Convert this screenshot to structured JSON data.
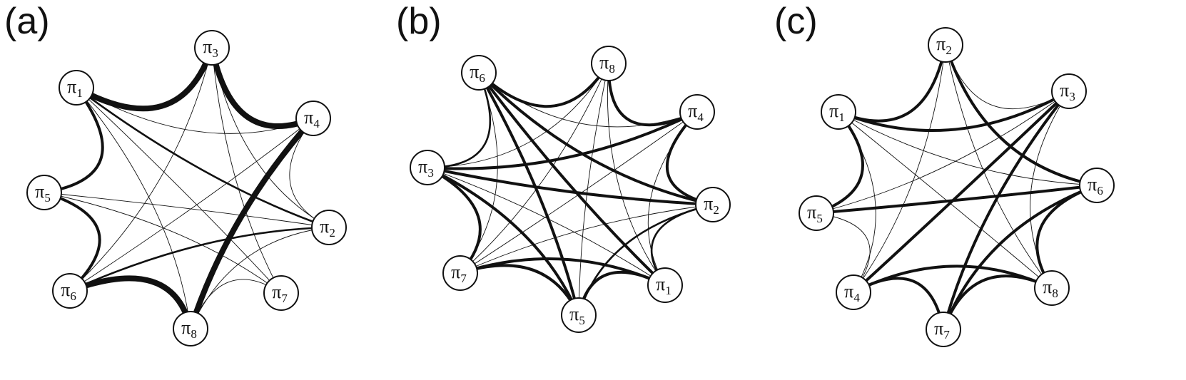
{
  "panels": [
    {
      "label": "(a)",
      "nodes": [
        {
          "id": "π3",
          "sym": "π",
          "sub": "3"
        },
        {
          "id": "π1",
          "sym": "π",
          "sub": "1"
        },
        {
          "id": "π4",
          "sym": "π",
          "sub": "4"
        },
        {
          "id": "π5",
          "sym": "π",
          "sub": "5"
        },
        {
          "id": "π2",
          "sym": "π",
          "sub": "2"
        },
        {
          "id": "π6",
          "sym": "π",
          "sub": "6"
        },
        {
          "id": "π7",
          "sym": "π",
          "sub": "7"
        },
        {
          "id": "π8",
          "sym": "π",
          "sub": "8"
        }
      ],
      "edges": [
        {
          "from": "π1",
          "to": "π3",
          "weight": 4
        },
        {
          "from": "π3",
          "to": "π4",
          "weight": 4
        },
        {
          "from": "π4",
          "to": "π8",
          "weight": 4
        },
        {
          "from": "π6",
          "to": "π8",
          "weight": 4
        },
        {
          "from": "π1",
          "to": "π5",
          "weight": 3
        },
        {
          "from": "π5",
          "to": "π6",
          "weight": 3
        },
        {
          "from": "π1",
          "to": "π2",
          "weight": 2
        },
        {
          "from": "π6",
          "to": "π2",
          "weight": 2
        },
        {
          "from": "π8",
          "to": "π7",
          "weight": 1
        },
        {
          "from": "π1",
          "to": "π8",
          "weight": 1
        },
        {
          "from": "π3",
          "to": "π7",
          "weight": 1
        },
        {
          "from": "π3",
          "to": "π6",
          "weight": 1
        },
        {
          "from": "π3",
          "to": "π2",
          "weight": 1
        },
        {
          "from": "π1",
          "to": "π4",
          "weight": 1
        },
        {
          "from": "π5",
          "to": "π2",
          "weight": 1
        },
        {
          "from": "π5",
          "to": "π7",
          "weight": 1
        },
        {
          "from": "π1",
          "to": "π7",
          "weight": 1
        },
        {
          "from": "π6",
          "to": "π4",
          "weight": 1
        },
        {
          "from": "π2",
          "to": "π8",
          "weight": 1
        },
        {
          "from": "π4",
          "to": "π2",
          "weight": 1
        }
      ]
    },
    {
      "label": "(b)",
      "nodes": [
        {
          "id": "π6",
          "sym": "π",
          "sub": "6"
        },
        {
          "id": "π8",
          "sym": "π",
          "sub": "8"
        },
        {
          "id": "π4",
          "sym": "π",
          "sub": "4"
        },
        {
          "id": "π3",
          "sym": "π",
          "sub": "3"
        },
        {
          "id": "π2",
          "sym": "π",
          "sub": "2"
        },
        {
          "id": "π7",
          "sym": "π",
          "sub": "7"
        },
        {
          "id": "π1",
          "sym": "π",
          "sub": "1"
        },
        {
          "id": "π5",
          "sym": "π",
          "sub": "5"
        }
      ],
      "edges": [
        {
          "from": "π6",
          "to": "π2",
          "weight": 3
        },
        {
          "from": "π6",
          "to": "π8",
          "weight": 3
        },
        {
          "from": "π8",
          "to": "π4",
          "weight": 3
        },
        {
          "from": "π4",
          "to": "π2",
          "weight": 3
        },
        {
          "from": "π6",
          "to": "π1",
          "weight": 3
        },
        {
          "from": "π6",
          "to": "π5",
          "weight": 3
        },
        {
          "from": "π3",
          "to": "π4",
          "weight": 3
        },
        {
          "from": "π3",
          "to": "π2",
          "weight": 3
        },
        {
          "from": "π3",
          "to": "π7",
          "weight": 3
        },
        {
          "from": "π3",
          "to": "π5",
          "weight": 3
        },
        {
          "from": "π7",
          "to": "π1",
          "weight": 3
        },
        {
          "from": "π7",
          "to": "π5",
          "weight": 3
        },
        {
          "from": "π5",
          "to": "π1",
          "weight": 3
        },
        {
          "from": "π6",
          "to": "π3",
          "weight": 2
        },
        {
          "from": "π2",
          "to": "π1",
          "weight": 2
        },
        {
          "from": "π5",
          "to": "π2",
          "weight": 2
        },
        {
          "from": "π8",
          "to": "π3",
          "weight": 1
        },
        {
          "from": "π8",
          "to": "π7",
          "weight": 1
        },
        {
          "from": "π8",
          "to": "π5",
          "weight": 1
        },
        {
          "from": "π6",
          "to": "π4",
          "weight": 1
        },
        {
          "from": "π4",
          "to": "π7",
          "weight": 1
        },
        {
          "from": "π4",
          "to": "π1",
          "weight": 1
        },
        {
          "from": "π3",
          "to": "π1",
          "weight": 1
        },
        {
          "from": "π7",
          "to": "π2",
          "weight": 1
        },
        {
          "from": "π6",
          "to": "π7",
          "weight": 1
        },
        {
          "from": "π8",
          "to": "π1",
          "weight": 1
        }
      ]
    },
    {
      "label": "(c)",
      "nodes": [
        {
          "id": "π2",
          "sym": "π",
          "sub": "2"
        },
        {
          "id": "π3",
          "sym": "π",
          "sub": "3"
        },
        {
          "id": "π1",
          "sym": "π",
          "sub": "1"
        },
        {
          "id": "π6",
          "sym": "π",
          "sub": "6"
        },
        {
          "id": "π5",
          "sym": "π",
          "sub": "5"
        },
        {
          "id": "π8",
          "sym": "π",
          "sub": "8"
        },
        {
          "id": "π4",
          "sym": "π",
          "sub": "4"
        },
        {
          "id": "π7",
          "sym": "π",
          "sub": "7"
        }
      ],
      "edges": [
        {
          "from": "π1",
          "to": "π2",
          "weight": 3
        },
        {
          "from": "π1",
          "to": "π3",
          "weight": 3
        },
        {
          "from": "π1",
          "to": "π5",
          "weight": 3
        },
        {
          "from": "π5",
          "to": "π6",
          "weight": 3
        },
        {
          "from": "π2",
          "to": "π6",
          "weight": 3
        },
        {
          "from": "π3",
          "to": "π4",
          "weight": 3
        },
        {
          "from": "π3",
          "to": "π7",
          "weight": 3
        },
        {
          "from": "π6",
          "to": "π8",
          "weight": 3
        },
        {
          "from": "π6",
          "to": "π7",
          "weight": 3
        },
        {
          "from": "π4",
          "to": "π7",
          "weight": 3
        },
        {
          "from": "π8",
          "to": "π7",
          "weight": 3
        },
        {
          "from": "π4",
          "to": "π8",
          "weight": 3
        },
        {
          "from": "π2",
          "to": "π4",
          "weight": 1
        },
        {
          "from": "π2",
          "to": "π3",
          "weight": 1
        },
        {
          "from": "π1",
          "to": "π6",
          "weight": 1
        },
        {
          "from": "π1",
          "to": "π8",
          "weight": 1
        },
        {
          "from": "π5",
          "to": "π4",
          "weight": 1
        },
        {
          "from": "π3",
          "to": "π8",
          "weight": 1
        },
        {
          "from": "π1",
          "to": "π4",
          "weight": 1
        },
        {
          "from": "π2",
          "to": "π8",
          "weight": 1
        },
        {
          "from": "π5",
          "to": "π3",
          "weight": 1
        }
      ]
    }
  ]
}
